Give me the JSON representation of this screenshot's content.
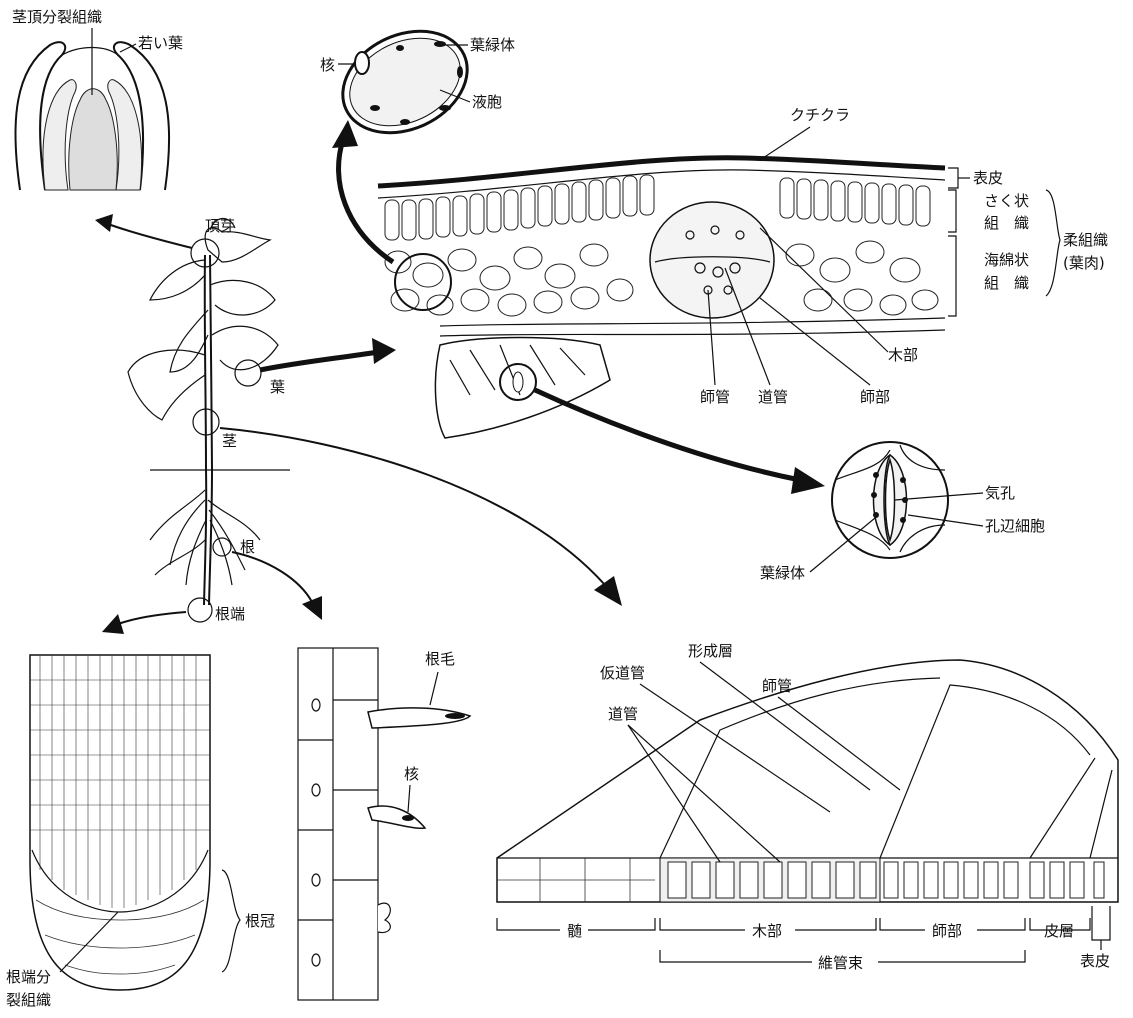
{
  "labels": {
    "shoot_apical_meristem": "茎頂分裂組織",
    "young_leaf": "若い葉",
    "terminal_bud": "頂芽",
    "leaf": "葉",
    "stem": "茎",
    "root": "根",
    "root_tip": "根端",
    "nucleus_top": "核",
    "chloroplast_top": "葉緑体",
    "vacuole": "液胞",
    "cuticle": "クチクラ",
    "epidermis_leaf": "表皮",
    "palisade_1": "さく状",
    "palisade_2": "組　織",
    "spongy_1": "海綿状",
    "spongy_2": "組　織",
    "parenchyma_1": "柔組織",
    "parenchyma_2": "(葉肉)",
    "xylem_leaf": "木部",
    "sieve_tube_leaf": "師管",
    "vessel_leaf": "道管",
    "phloem_leaf": "師部",
    "stoma": "気孔",
    "guard_cell": "孔辺細胞",
    "chloroplast_stoma": "葉緑体",
    "root_hair": "根毛",
    "nucleus_root": "核",
    "root_cap": "根冠",
    "root_meristem_1": "根端分",
    "root_meristem_2": "裂組織",
    "cambium": "形成層",
    "tracheid": "仮道管",
    "sieve_tube_stem": "師管",
    "vessel_stem": "道管",
    "pith": "髄",
    "xylem_stem": "木部",
    "phloem_stem": "師部",
    "cortex": "皮層",
    "vascular_bundle": "維管束",
    "epidermis_stem": "表皮"
  }
}
